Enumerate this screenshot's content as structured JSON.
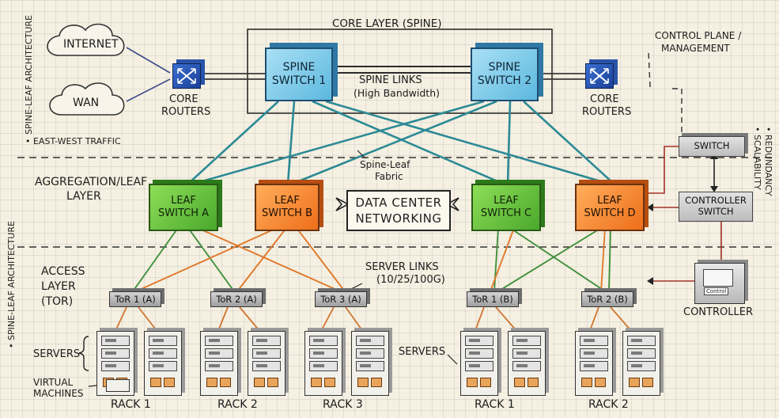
{
  "title": {
    "line1": "DATA CENTER",
    "line2": "NETWORKING"
  },
  "layers": {
    "core": "CORE LAYER (SPINE)",
    "aggregation_line1": "AGGREGATION/LEAF",
    "aggregation_line2": "LAYER",
    "access_line1": "ACCESS",
    "access_line2": "LAYER",
    "access_line3": "(TOR)"
  },
  "side_labels": {
    "left_top": "SPINE-LEAF ARCHITECTURE",
    "left_bottom": "• SPINE-LEAF ARCHITECTURE",
    "right_redundancy": "• REDUNDANCY",
    "right_scalability": "• SCALABILITY",
    "east_west": "• EAST-WEST TRAFFIC"
  },
  "clouds": {
    "internet": "INTERNET",
    "wan": "WAN"
  },
  "core_routers": {
    "left_line1": "CORE",
    "left_line2": "ROUTERS",
    "right_line1": "CORE",
    "right_line2": "ROUTERS"
  },
  "spines": [
    {
      "line1": "SPINE",
      "line2": "SWITCH 1"
    },
    {
      "line1": "SPINE",
      "line2": "SWITCH 2"
    }
  ],
  "spine_links": {
    "line1": "SPINE LINKS",
    "line2": "(High Bandwidth)"
  },
  "fabric": {
    "line1": "Spine-Leaf",
    "line2": "Fabric"
  },
  "leaves": [
    {
      "line1": "LEAF",
      "line2": "SWITCH A"
    },
    {
      "line1": "LEAF",
      "line2": "SWITCH B"
    },
    {
      "line1": "LEAF",
      "line2": "SWITCH C"
    },
    {
      "line1": "LEAF",
      "line2": "SWITCH D"
    }
  ],
  "tors": [
    "ToR 1 (A)",
    "ToR 2 (A)",
    "ToR 3 (A)",
    "ToR 1 (B)",
    "ToR 2 (B)"
  ],
  "server_links": {
    "line1": "SERVER LINKS",
    "line2": "(10/25/100G)"
  },
  "control": {
    "plane_line1": "CONTROL PLANE /",
    "plane_line2": "MANAGEMENT",
    "switch": "SWITCH",
    "controller_switch_line1": "CONTROLLER",
    "controller_switch_line2": "SWITCH",
    "controller": "CONTROLLER",
    "screen_text": "Control"
  },
  "legend": {
    "servers": "SERVERS",
    "vm_line1": "VIRTUAL",
    "vm_line2": "MACHINES",
    "servers_right": "SERVERS"
  },
  "racks": [
    "RACK 1",
    "RACK 2",
    "RACK 3",
    "RACK 1",
    "RACK 2"
  ],
  "colors": {
    "spine": "#5cb8df",
    "leaf_green": "#4aa82c",
    "leaf_orange": "#ee6e1a",
    "router": "#1a3f97",
    "link_teal": "#2c8a96",
    "link_green": "#3f8f3a",
    "link_orange": "#e07a2c",
    "control_red": "#a4322a"
  }
}
